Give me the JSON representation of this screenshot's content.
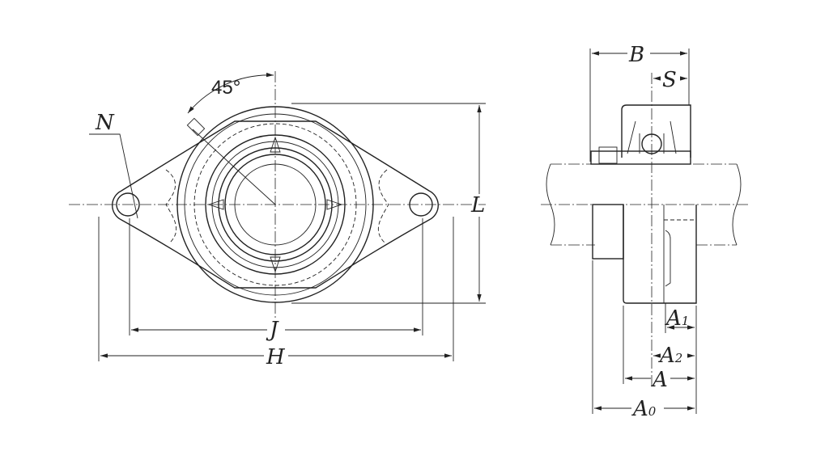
{
  "labels": {
    "angle": "45°",
    "N": "N",
    "L": "L",
    "J": "J",
    "H": "H",
    "B": "B",
    "S": "S",
    "A1": "A",
    "A1_sub": "1",
    "A2": "A",
    "A2_sub": "2",
    "A": "A",
    "A0": "A",
    "A0_sub": "0"
  }
}
